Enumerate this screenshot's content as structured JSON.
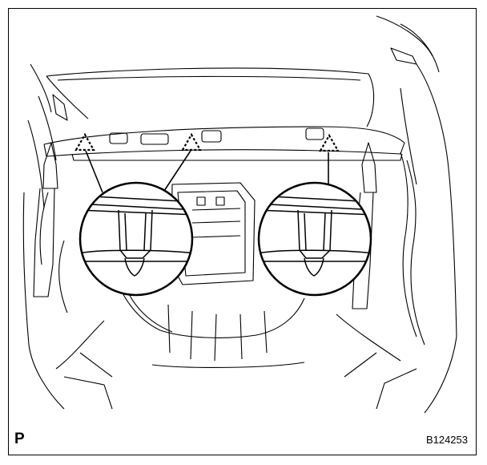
{
  "figure": {
    "corner_label": "P",
    "code": "B124253"
  },
  "colors": {
    "line": "#000000",
    "background": "#ffffff"
  },
  "callouts": [
    {
      "name": "left-clip-detail",
      "target": "left-clip-pair"
    },
    {
      "name": "right-clip-detail",
      "target": "right-clip"
    }
  ],
  "icons": [
    "warning-triangle-icon",
    "clip-icon"
  ]
}
